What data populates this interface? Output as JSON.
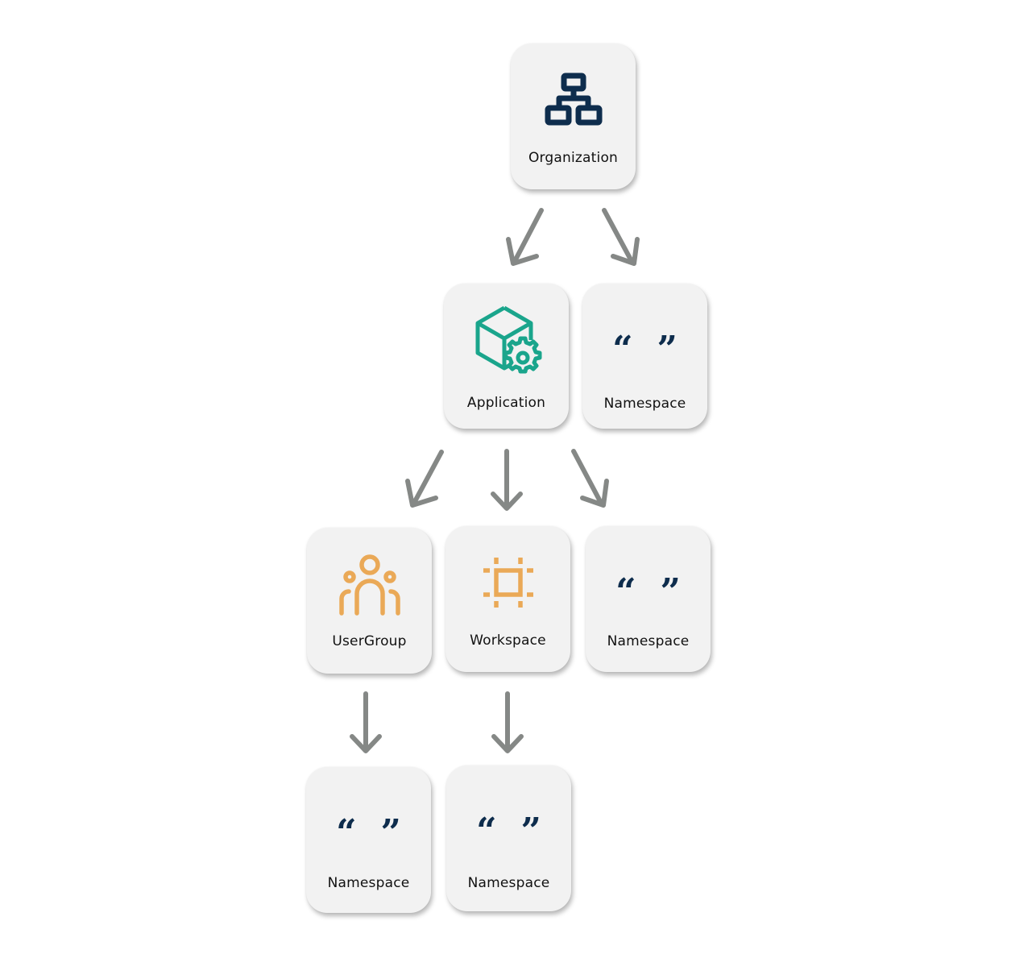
{
  "colors": {
    "node_bg": "#f2f2f2",
    "arrow": "#858886",
    "organization_icon": "#0e2d4d",
    "application_icon": "#1aa58c",
    "usergroup_icon": "#eaa957",
    "workspace_icon": "#eaa957",
    "namespace_icon": "#0e2d4d"
  },
  "nodes": {
    "organization": {
      "label": "Organization",
      "icon": "org-chart-icon"
    },
    "application": {
      "label": "Application",
      "icon": "cube-gear-icon"
    },
    "namespace_1": {
      "label": "Namespace",
      "icon": "quote-marks-icon",
      "glyph_open": "“",
      "glyph_close": "”"
    },
    "usergroup": {
      "label": "UserGroup",
      "icon": "user-group-icon"
    },
    "workspace": {
      "label": "Workspace",
      "icon": "workspace-frame-icon"
    },
    "namespace_2": {
      "label": "Namespace",
      "icon": "quote-marks-icon",
      "glyph_open": "“",
      "glyph_close": "”"
    },
    "namespace_3": {
      "label": "Namespace",
      "icon": "quote-marks-icon",
      "glyph_open": "“",
      "glyph_close": "”"
    },
    "namespace_4": {
      "label": "Namespace",
      "icon": "quote-marks-icon",
      "glyph_open": "“",
      "glyph_close": "”"
    }
  },
  "edges": [
    {
      "from": "organization",
      "to": "application"
    },
    {
      "from": "organization",
      "to": "namespace_1"
    },
    {
      "from": "application",
      "to": "usergroup"
    },
    {
      "from": "application",
      "to": "workspace"
    },
    {
      "from": "application",
      "to": "namespace_2"
    },
    {
      "from": "usergroup",
      "to": "namespace_3"
    },
    {
      "from": "workspace",
      "to": "namespace_4"
    }
  ]
}
